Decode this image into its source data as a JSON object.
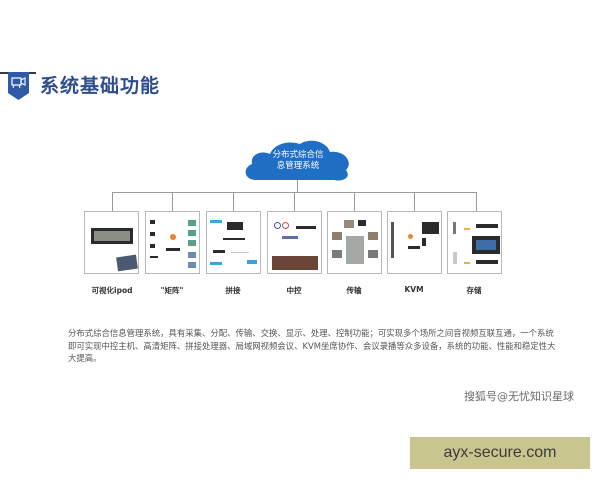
{
  "header": {
    "title": "系统基础功能",
    "icon": "video-chat-icon",
    "accent_color": "#2f4d8e"
  },
  "diagram": {
    "root": {
      "label_line1": "分布式综合信",
      "label_line2": "息管理系统",
      "shape": "cloud",
      "color": "#1f6fc4"
    },
    "children": [
      {
        "label": "可视化ipod"
      },
      {
        "label": "\"矩阵\""
      },
      {
        "label": "拼接"
      },
      {
        "label": "中控"
      },
      {
        "label": "传输"
      },
      {
        "label": "KVM"
      },
      {
        "label": "存储"
      }
    ]
  },
  "description": "分布式综合信息管理系统，具有采集、分配、传输、交换、显示、处理、控制功能；可实现多个场所之间音视频互联互通，一个系统即可实现中控主机、高清矩阵、拼接处理器、局域网视频会议、KVM坐席协作、会议录播等众多设备，系统的功能、性能和稳定性大大提高。",
  "source_credit": "搜狐号@无忧知识星球",
  "watermark": {
    "text": "ayx-secure.com",
    "bg_color": "#c9c58e"
  }
}
